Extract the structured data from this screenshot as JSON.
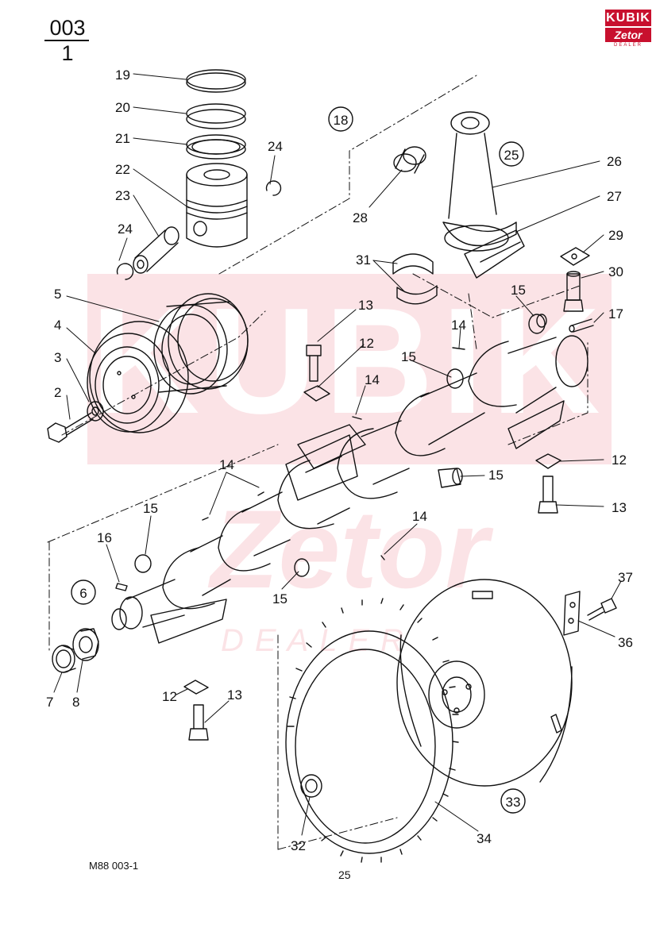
{
  "header": {
    "group_number": "003",
    "sheet_number": "1"
  },
  "logo": {
    "brand": "KUBIK",
    "sub": "Zetor",
    "tag": "DEALER"
  },
  "watermark": {
    "brand": "KUBIK",
    "sub": "Zetor",
    "tag": "DEALER"
  },
  "footer": {
    "doc_code": "M88  003-1",
    "page_number": "25"
  },
  "callouts": [
    {
      "id": "c19",
      "text": "19"
    },
    {
      "id": "c20",
      "text": "20"
    },
    {
      "id": "c21",
      "text": "21"
    },
    {
      "id": "c22",
      "text": "22"
    },
    {
      "id": "c23",
      "text": "23"
    },
    {
      "id": "c24a",
      "text": "24"
    },
    {
      "id": "c24b",
      "text": "24"
    },
    {
      "id": "c5",
      "text": "5"
    },
    {
      "id": "c4",
      "text": "4"
    },
    {
      "id": "c3",
      "text": "3"
    },
    {
      "id": "c2",
      "text": "2"
    },
    {
      "id": "c28",
      "text": "28"
    },
    {
      "id": "c31",
      "text": "31"
    },
    {
      "id": "c26",
      "text": "26"
    },
    {
      "id": "c27",
      "text": "27"
    },
    {
      "id": "c29",
      "text": "29"
    },
    {
      "id": "c30",
      "text": "30"
    },
    {
      "id": "c15a",
      "text": "15"
    },
    {
      "id": "c17",
      "text": "17"
    },
    {
      "id": "c13a",
      "text": "13"
    },
    {
      "id": "c12a",
      "text": "12"
    },
    {
      "id": "c14a",
      "text": "14"
    },
    {
      "id": "c15b",
      "text": "15"
    },
    {
      "id": "c14b",
      "text": "14"
    },
    {
      "id": "c12b",
      "text": "12"
    },
    {
      "id": "c13b",
      "text": "13"
    },
    {
      "id": "c15c",
      "text": "15"
    },
    {
      "id": "c14c",
      "text": "14"
    },
    {
      "id": "c14d",
      "text": "14"
    },
    {
      "id": "c15d",
      "text": "15"
    },
    {
      "id": "c16",
      "text": "16"
    },
    {
      "id": "c15e",
      "text": "15"
    },
    {
      "id": "c7",
      "text": "7"
    },
    {
      "id": "c8",
      "text": "8"
    },
    {
      "id": "c12c",
      "text": "12"
    },
    {
      "id": "c13c",
      "text": "13"
    },
    {
      "id": "c37",
      "text": "37"
    },
    {
      "id": "c36",
      "text": "36"
    },
    {
      "id": "c32",
      "text": "32"
    },
    {
      "id": "c34",
      "text": "34"
    }
  ],
  "assembly_callouts": [
    {
      "id": "a18",
      "text": "18"
    },
    {
      "id": "a25",
      "text": "25"
    },
    {
      "id": "a6",
      "text": "6"
    },
    {
      "id": "a33",
      "text": "33"
    }
  ]
}
